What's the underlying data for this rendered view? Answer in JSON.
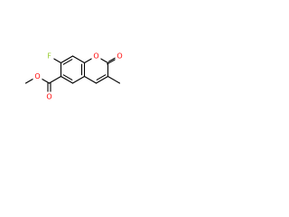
{
  "molecule": {
    "atoms": {
      "fluorine": "F",
      "ring_oxygen": "O",
      "carbonyl_oxygen": "O",
      "ester_carbonyl_oxygen": "O",
      "ester_oxygen": "O"
    }
  },
  "colors": {
    "bond": "#000000",
    "fluorine": "#9acd32",
    "oxygen": "#ff0000",
    "background": "#ffffff"
  }
}
